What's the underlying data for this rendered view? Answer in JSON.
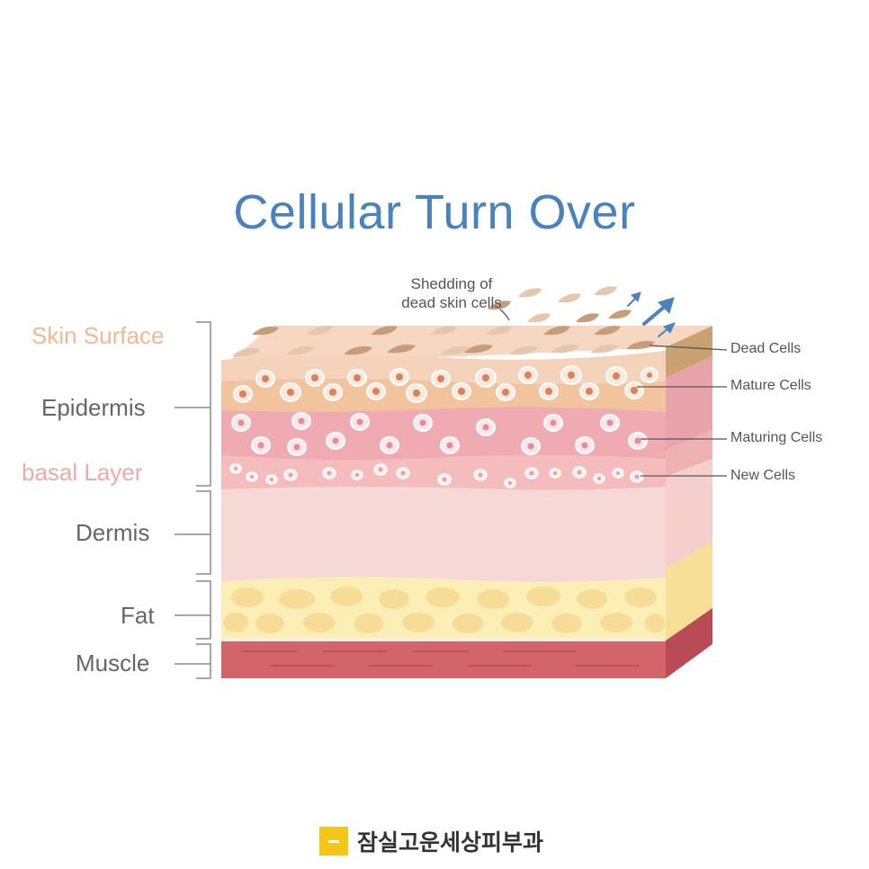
{
  "title": "Cellular Turn Over",
  "left_labels": {
    "skin_surface": "Skin Surface",
    "epidermis": "Epidermis",
    "basal_layer": "basal Layer",
    "dermis": "Dermis",
    "fat": "Fat",
    "muscle": "Muscle"
  },
  "shedding_label": "Shedding of\ndead skin cells",
  "right_labels": {
    "dead_cells": "Dead Cells",
    "mature_cells": "Mature Cells",
    "maturing_cells": "Maturing Cells",
    "new_cells": "New Cells"
  },
  "footer": {
    "clinic_name": "잠실고운세상피부과"
  },
  "colors": {
    "title": "#4a82c0",
    "skin_surface_label": "#f2b894",
    "basal_label": "#f0a8a8",
    "dead_layer": "#f6d8c2",
    "mature_layer": "#f2c49e",
    "maturing_layer": "#f0aab2",
    "new_layer": "#f4bcbc",
    "dermis": "#f6d8d6",
    "fat": "#fbefb5",
    "muscle": "#d2646a",
    "arrow": "#4a82c0"
  }
}
